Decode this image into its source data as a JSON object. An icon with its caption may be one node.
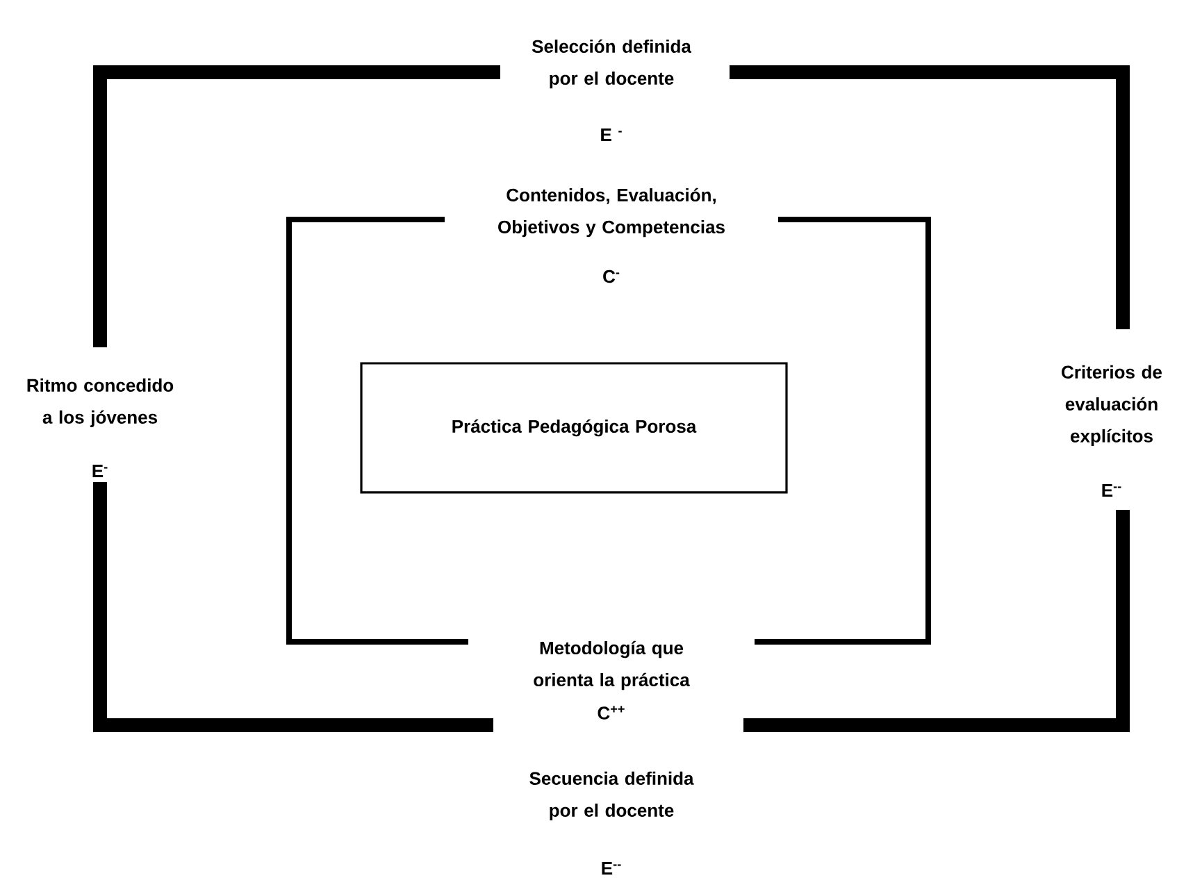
{
  "diagram": {
    "nodes": [
      {
        "text": [
          "Práctica Pedagógica Porosa"
        ]
      }
    ],
    "edges": [],
    "labels": [
      "Selección definida por el docente",
      "E $^{-}$",
      "Contenidos, Evaluación, Objetivos y Competencias",
      "C$^{-}$",
      "Ritmo concedido a los jóvenes",
      "E$^{-}$",
      "Criterios de evaluación explícitos",
      "E$^{--}$",
      "Metodología que orienta la práctica",
      "C$^{++}$",
      "Secuencia definida por el docente",
      "E$^{--}$"
    ]
  }
}
